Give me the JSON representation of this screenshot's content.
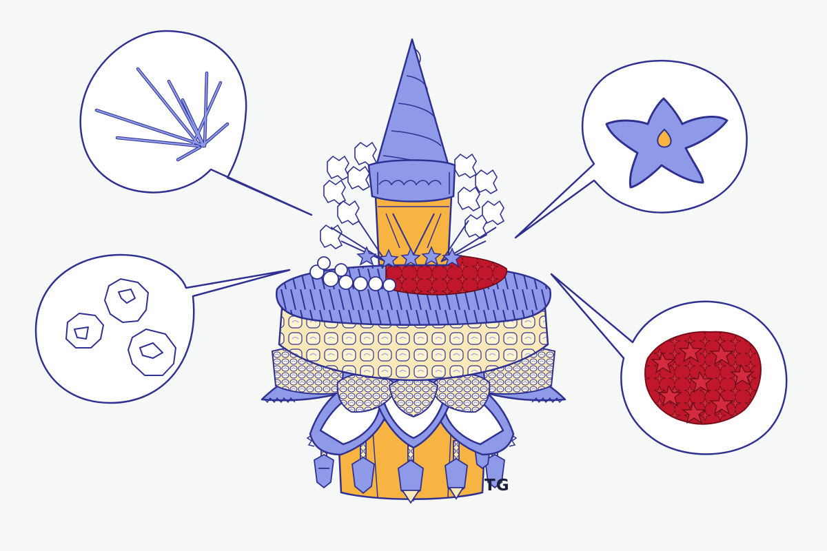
{
  "signature": "TG",
  "colors": {
    "background": "#f6f7f7",
    "outline": "#2e3192",
    "lavender_blue": "#8e9ae8",
    "gold": "#f7b443",
    "cream": "#fbe9b7",
    "red": "#c1172c",
    "white": "#ffffff"
  },
  "callouts": [
    {
      "id": "grass",
      "icon": "grass-blades-icon"
    },
    {
      "id": "white-petals",
      "icon": "white-petals-icon"
    },
    {
      "id": "blue-flower",
      "icon": "blue-star-flower-icon"
    },
    {
      "id": "red-flowers",
      "icon": "red-flower-cluster-icon"
    }
  ]
}
